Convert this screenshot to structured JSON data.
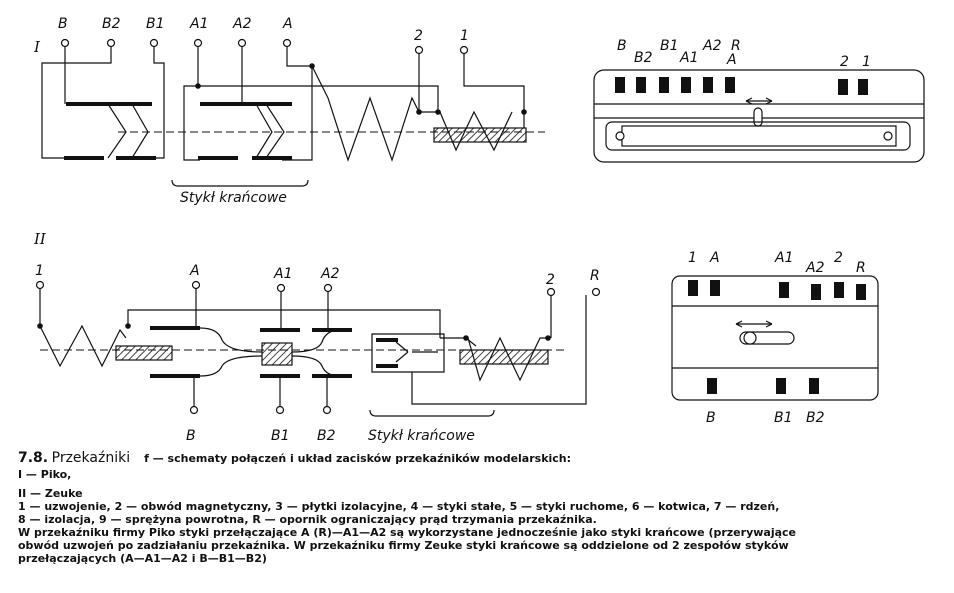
{
  "diagram_I": {
    "label": "I",
    "terminals": [
      "B",
      "B2",
      "B1",
      "A1",
      "A2",
      "A",
      "2",
      "1"
    ],
    "group_label": "Stykł krańcowe"
  },
  "diagram_II": {
    "label": "II",
    "terminals_top": [
      "1",
      "A",
      "A1",
      "A2",
      "2",
      "R"
    ],
    "terminals_bottom": [
      "B",
      "B1",
      "B2"
    ],
    "group_label": "Stykł krańcowe"
  },
  "layout_I": {
    "terminals": [
      "B",
      "B2",
      "B1",
      "A1",
      "A2",
      "R",
      "A",
      "2",
      "1"
    ]
  },
  "layout_II": {
    "terminals_top": [
      "1",
      "A",
      "A1",
      "A2",
      "2",
      "R"
    ],
    "terminals_bottom": [
      "B",
      "B1",
      "B2"
    ]
  },
  "caption": {
    "number": "7.8.",
    "title": "Przekaźniki",
    "title_rest": "f — schematy połączeń i układ zacisków przekaźników modelarskich:",
    "line_I": "I — Piko,",
    "line_II": "II — Zeuke",
    "legend_1": "1 — uzwojenie, 2 — obwód magnetyczny, 3 — płytki izolacyjne, 4 — styki stałe, 5 — styki ruchome, 6 — kotwica, 7 — rdzeń,",
    "legend_2": "8 — izolacja, 9 — sprężyna powrotna, R — opornik ograniczający prąd trzymania przekaźnika.",
    "body_1": "W przekaźniku firmy Piko styki przełączające A (R)—A1—A2 są wykorzystane jednocześnie jako styki krańcowe (przerywające",
    "body_2": "obwód uzwojeń po zadziałaniu przekaźnika. W przekaźniku firmy Zeuke styki krańcowe są oddzielone od 2 zespołów styków",
    "body_3": "przełączających (A—A1—A2 i B—B1—B2)"
  }
}
